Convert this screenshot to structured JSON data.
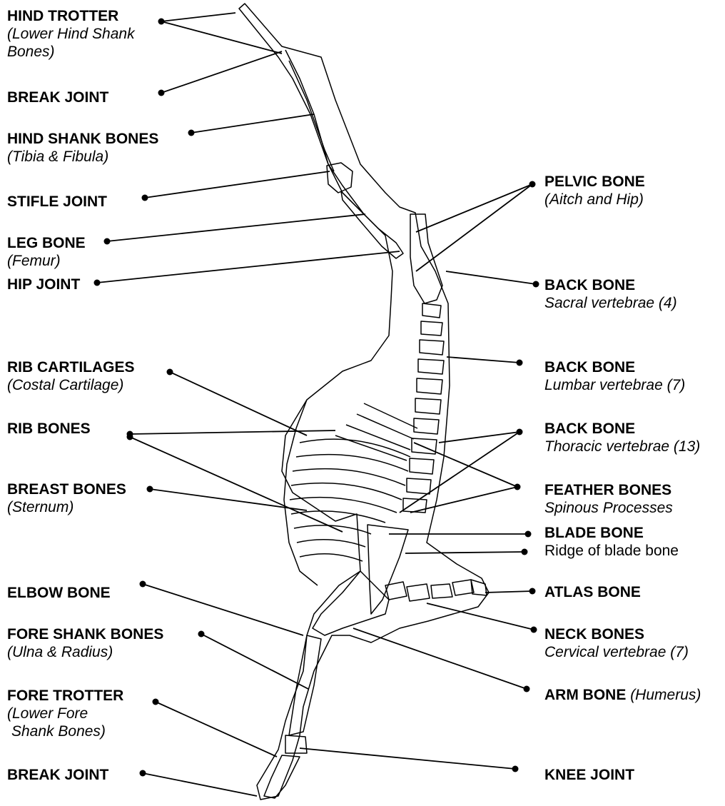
{
  "labels": {
    "hind_trotter": {
      "title": "HIND TROTTER",
      "sub1": "(Lower Hind Shank",
      "sub2": "Bones)"
    },
    "break_joint_hind": {
      "title": "BREAK JOINT"
    },
    "hind_shank_bones": {
      "title": "HIND SHANK BONES",
      "sub": "(Tibia & Fibula)"
    },
    "stifle_joint": {
      "title": "STIFLE JOINT"
    },
    "leg_bone": {
      "title": "LEG BONE",
      "sub": "(Femur)"
    },
    "hip_joint": {
      "title": "HIP JOINT"
    },
    "rib_cartilages": {
      "title": "RIB CARTILAGES",
      "sub": "(Costal Cartilage)"
    },
    "rib_bones": {
      "title": "RIB BONES"
    },
    "breast_bones": {
      "title": "BREAST BONES",
      "sub": "(Sternum)"
    },
    "elbow_bone": {
      "title": "ELBOW BONE"
    },
    "fore_shank_bones": {
      "title": "FORE SHANK BONES",
      "sub": "(Ulna & Radius)"
    },
    "fore_trotter": {
      "title": "FORE TROTTER",
      "sub1": "(Lower Fore",
      "sub2": "Shank Bones)"
    },
    "break_joint_fore": {
      "title": "BREAK JOINT"
    },
    "pelvic_bone": {
      "title": "PELVIC BONE",
      "sub": "(Aitch and Hip)"
    },
    "back_bone_sacral": {
      "title": "BACK BONE",
      "sub": "Sacral vertebrae (4)"
    },
    "back_bone_lumbar": {
      "title": "BACK BONE",
      "sub": "Lumbar vertebrae (7)"
    },
    "back_bone_thoracic": {
      "title": "BACK BONE",
      "sub": "Thoracic vertebrae (13)"
    },
    "feather_bones": {
      "title": "FEATHER BONES",
      "sub": "Spinous Processes"
    },
    "blade_bone": {
      "title": "BLADE BONE",
      "sub": "Ridge of blade bone"
    },
    "atlas_bone": {
      "title": "ATLAS BONE"
    },
    "neck_bones": {
      "title": "NECK BONES",
      "sub": "Cervical vertebrae (7)"
    },
    "arm_bone": {
      "title": "ARM BONE",
      "sub": "(Humerus)"
    },
    "knee_joint": {
      "title": "KNEE JOINT"
    }
  }
}
